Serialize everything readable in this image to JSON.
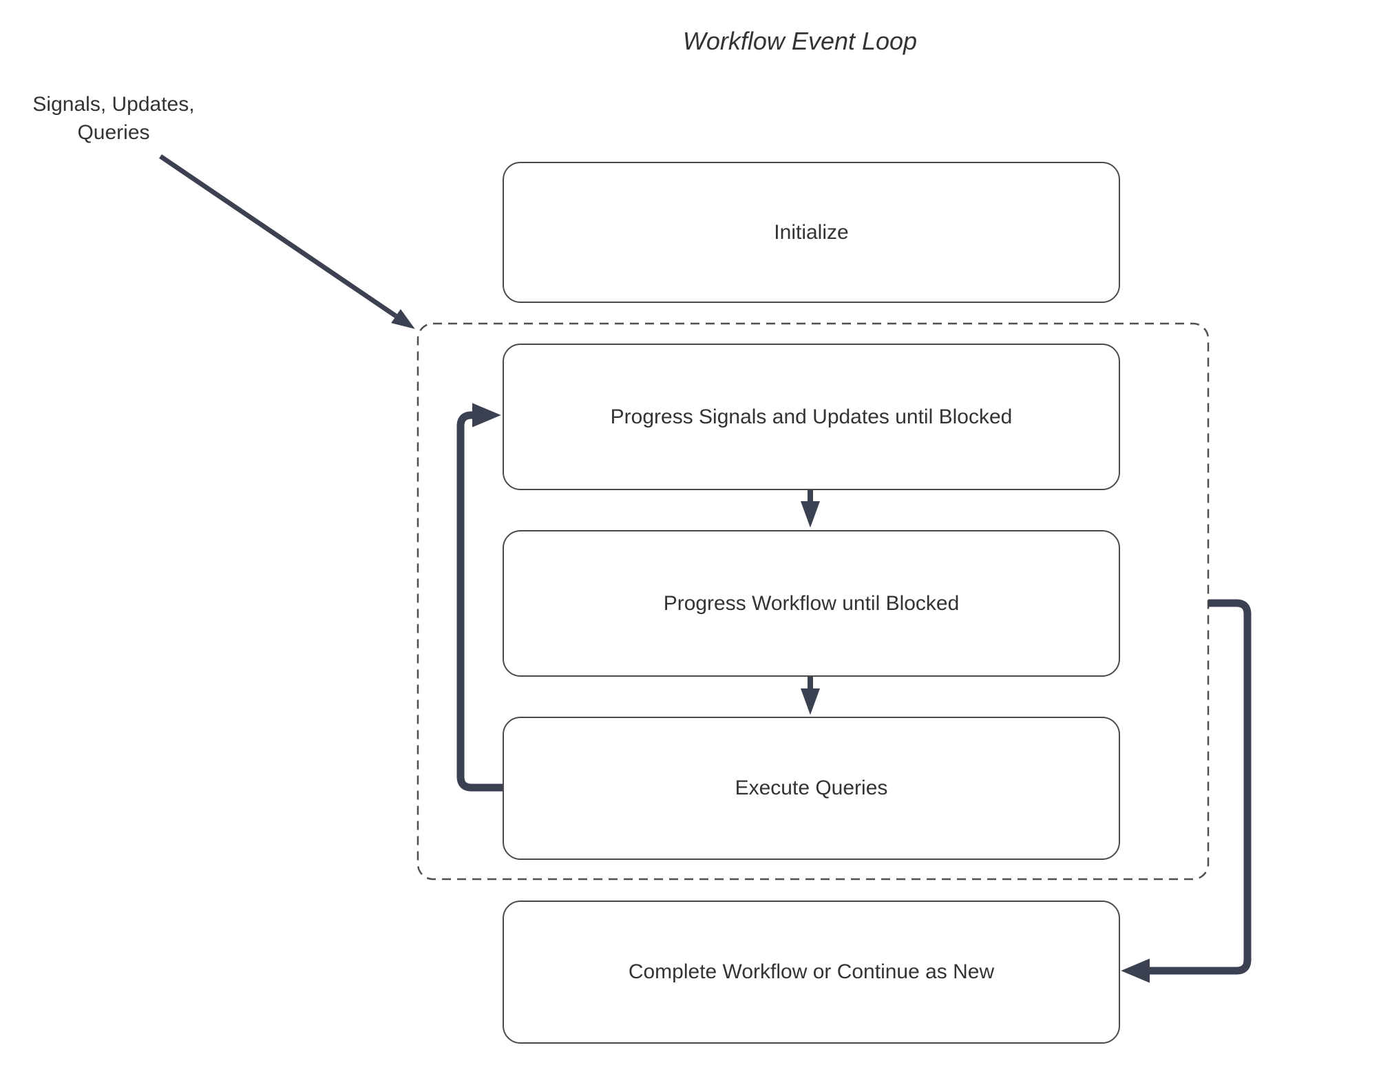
{
  "diagram": {
    "title": "Workflow Event Loop",
    "input_label": "Signals, Updates,\nQueries",
    "nodes": {
      "initialize": "Initialize",
      "progress_signals": "Progress Signals and Updates until Blocked",
      "progress_workflow": "Progress Workflow until Blocked",
      "execute_queries": "Execute Queries",
      "complete": "Complete Workflow or Continue as New"
    },
    "container": {
      "name": "workflow-event-loop-boundary",
      "style": "dashed"
    },
    "colors": {
      "background": "#ffffff",
      "node_fill": "#ffffff",
      "node_border": "#4a4a4a",
      "dashed_border": "#4f4f4f",
      "connector": "#3b4151",
      "text": "#333333"
    }
  }
}
